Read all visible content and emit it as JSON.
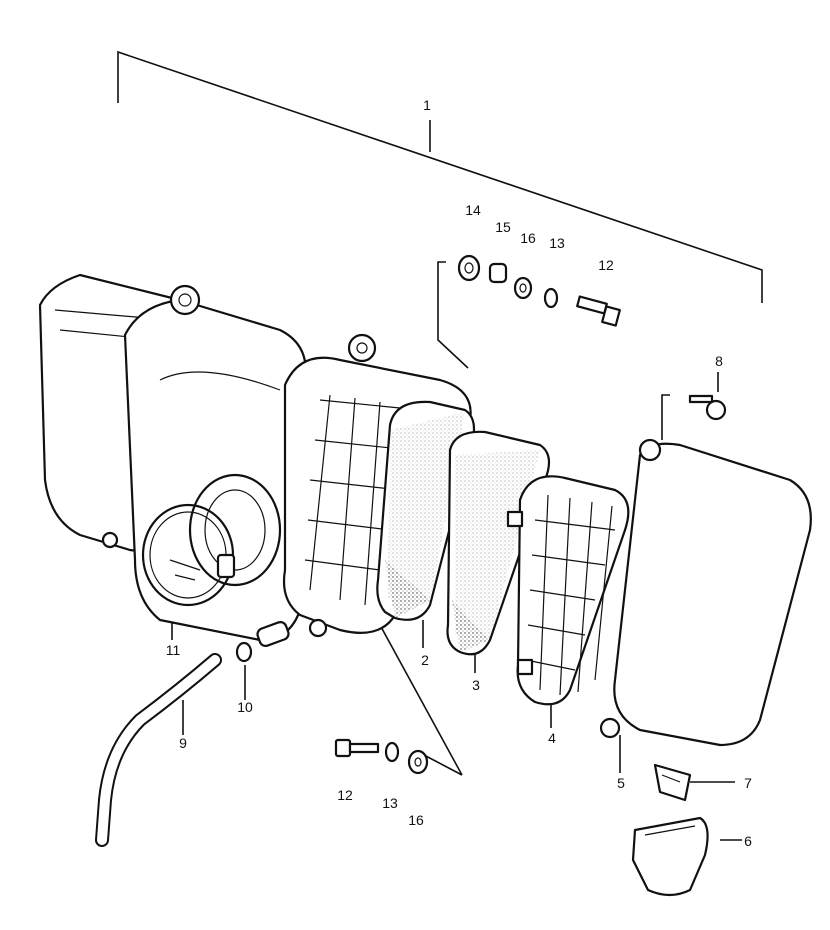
{
  "callouts": {
    "c1": "1",
    "c2": "2",
    "c3": "3",
    "c4": "4",
    "c5": "5",
    "c6": "6",
    "c7": "7",
    "c8": "8",
    "c9": "9",
    "c10": "10",
    "c11": "11",
    "c12a": "12",
    "c12b": "12",
    "c13a": "13",
    "c13b": "13",
    "c14": "14",
    "c15": "15",
    "c16a": "16",
    "c16b": "16"
  }
}
